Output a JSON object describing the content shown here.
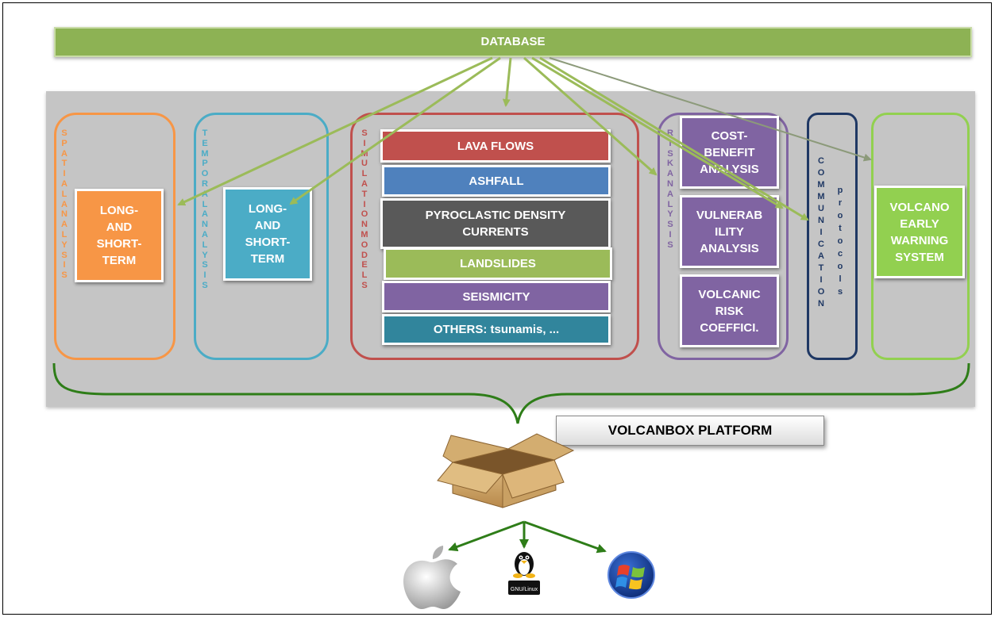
{
  "database": {
    "label": "DATABASE"
  },
  "spatial": {
    "title_letters": [
      "S",
      "P",
      "A",
      "T",
      "I",
      "A",
      "L",
      "A",
      "N",
      "A",
      "L",
      "Y",
      "S",
      "I",
      "S"
    ],
    "card_lines": [
      "LONG-",
      "AND",
      "SHORT-",
      "TERM"
    ]
  },
  "temporal": {
    "title_letters": [
      "T",
      "E",
      "M",
      "P",
      "O",
      "R",
      "A",
      "L",
      "A",
      "N",
      "A",
      "L",
      "Y",
      "S",
      "I",
      "S"
    ],
    "card_lines": [
      "LONG-",
      "AND",
      "SHORT-",
      "TERM"
    ]
  },
  "simulation": {
    "title_letters": [
      "S",
      "I",
      "M",
      "U",
      "L",
      "A",
      "T",
      "I",
      "O",
      "N",
      "M",
      "O",
      "D",
      "E",
      "L",
      "S"
    ],
    "models": [
      {
        "label": "LAVA FLOWS",
        "color": "#c0504d"
      },
      {
        "label": "ASHFALL",
        "color": "#4f81bd"
      },
      {
        "label": "PYROCLASTIC DENSITY CURRENTS",
        "color": "#595959"
      },
      {
        "label": "LANDSLIDES",
        "color": "#9bbb59"
      },
      {
        "label": "SEISMICITY",
        "color": "#8064a2"
      },
      {
        "label": "OTHERS: tsunamis, ...",
        "color": "#31859c"
      }
    ]
  },
  "risk": {
    "title_letters": [
      "R",
      "I",
      "S",
      "K",
      "A",
      "N",
      "A",
      "L",
      "Y",
      "S",
      "I",
      "S"
    ],
    "cards": [
      {
        "lines": [
          "COST-",
          "BENEFIT",
          "ANALYSIS"
        ]
      },
      {
        "lines": [
          "VULNERAB",
          "ILITY",
          "ANALYSIS"
        ]
      },
      {
        "lines": [
          "VOLCANIC",
          "RISK",
          "COEFFICI."
        ]
      }
    ]
  },
  "communication": {
    "title_letters": [
      "C",
      "O",
      "M",
      "M",
      "U",
      "N",
      "I",
      "C",
      "A",
      "T",
      "I",
      "O",
      "N"
    ],
    "sub_letters": [
      "p",
      "r",
      "o",
      "t",
      "o",
      "c",
      "o",
      "l",
      "s"
    ]
  },
  "early_warning": {
    "card_lines": [
      "VOLCANO",
      "EARLY",
      "WARNING",
      "SYSTEM"
    ]
  },
  "platform": {
    "label": "VOLCANBOX PLATFORM"
  },
  "os_icons": [
    "apple-icon",
    "linux-tux-icon",
    "windows-icon"
  ],
  "linux_caption": "GNU/Linux",
  "colors": {
    "database": "#8db254",
    "spatial": "#f79646",
    "temporal": "#4bacc6",
    "simulation": "#c0504d",
    "risk": "#8064a2",
    "communication": "#1f3864",
    "early_warning": "#92d050",
    "brace": "#2e7d18",
    "arrow": "#9bbb59"
  }
}
